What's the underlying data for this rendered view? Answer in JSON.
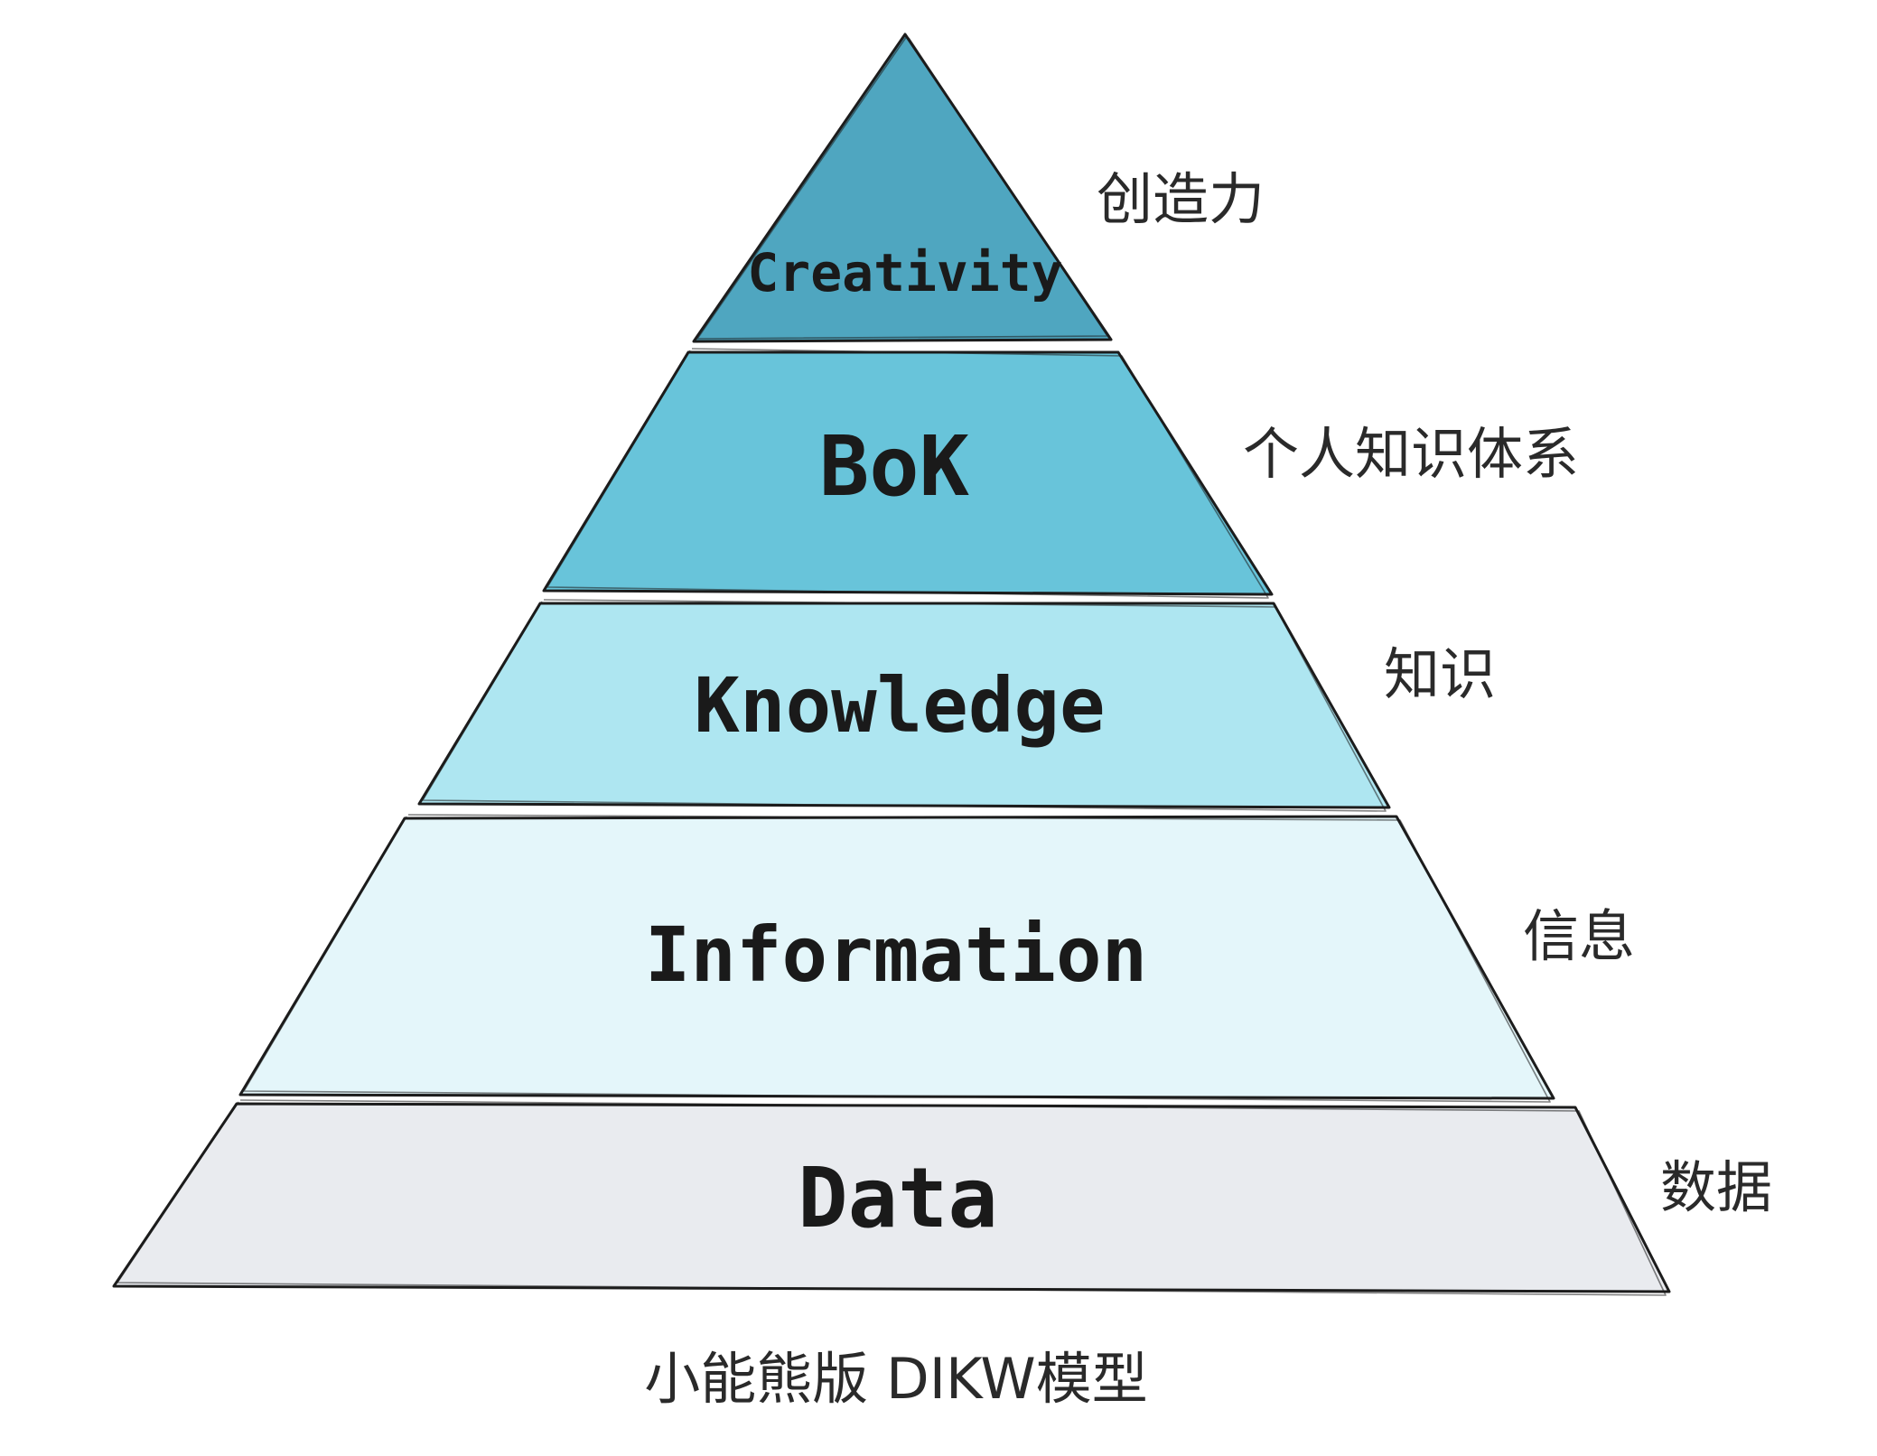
{
  "pyramid": {
    "layers": [
      {
        "label": "Creativity",
        "side_label": "创造力",
        "color": "#4fa6c0"
      },
      {
        "label": "BoK",
        "side_label": "个人知识体系",
        "color": "#68c4da"
      },
      {
        "label": "Knowledge",
        "side_label": "知识",
        "color": "#aee6f1"
      },
      {
        "label": "Information",
        "side_label": "信息",
        "color": "#e4f6fa"
      },
      {
        "label": "Data",
        "side_label": "数据",
        "color": "#e9ebef"
      }
    ]
  },
  "caption": "小能熊版 DIKW模型"
}
